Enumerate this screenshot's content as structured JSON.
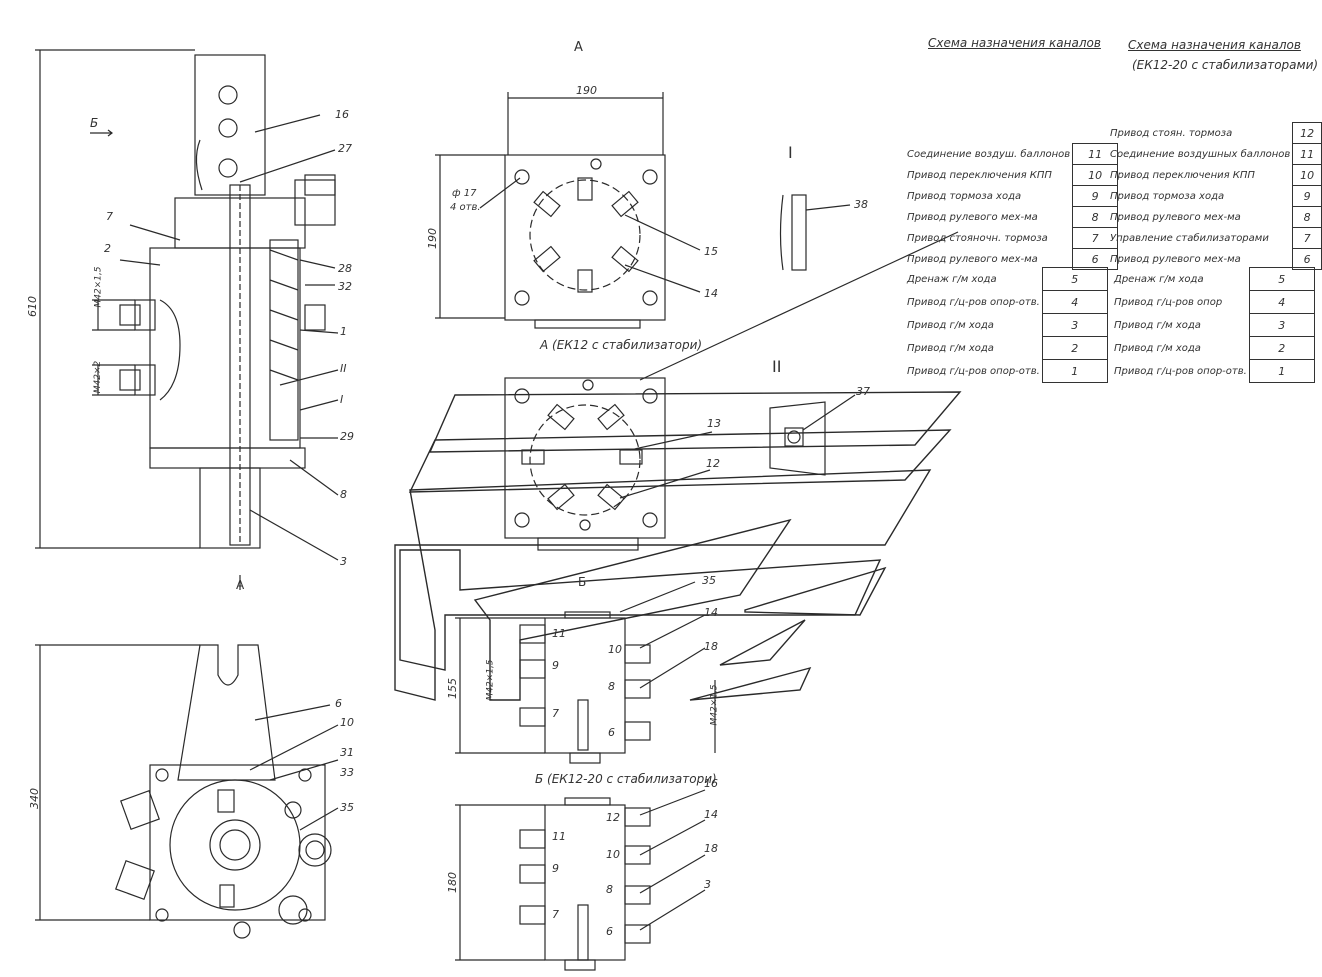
{
  "headings": {
    "channels_left": "Схема назначения каналов",
    "channels_right": "Схема назначения каналов",
    "channels_right_sub": "(ЕК12-20 с стабилизаторами)"
  },
  "views": {
    "a_top": "А",
    "a_ek12": "А (ЕК12 с стабилизатори)",
    "b_left": "Б",
    "b_mid": "Б",
    "b_ek12": "Б (ЕК12-20 с стабилизатори)",
    "a_bottom": "А",
    "roman_1": "I",
    "roman_2": "II",
    "roman_2b": "II",
    "roman_1b": "I"
  },
  "dimensions": {
    "overall_height": "610",
    "width_190": "190",
    "height_190": "190",
    "holes": "ф 17",
    "holes_count": "4 отв.",
    "bottom_340": "340",
    "block_155": "155",
    "block_180": "180",
    "thread_m42_a": "М42×1,5",
    "thread_m42_b": "М42×2",
    "thread_m42_c": "М42×1,5",
    "thread_m42_d": "М42×1,5"
  },
  "callouts": {
    "c16": "16",
    "c27": "27",
    "c7": "7",
    "c2": "2",
    "c28": "28",
    "c32": "32",
    "c1": "1",
    "cII": "II",
    "cI": "I",
    "c29": "29",
    "c8": "8",
    "c3": "3",
    "c15": "15",
    "c14": "14",
    "c38": "38",
    "c13": "13",
    "c12": "12",
    "c37": "37",
    "c35": "35",
    "c14b": "14",
    "c18": "18",
    "c16b": "16",
    "c14c": "14",
    "c18b": "18",
    "c3b": "3",
    "c6": "6",
    "c10": "10",
    "c31": "31",
    "c33": "33",
    "c35b": "35"
  },
  "ports_upper": [
    "11",
    "9",
    "7",
    "10",
    "8",
    "6"
  ],
  "ports_lower": [
    "11",
    "9",
    "7",
    "12",
    "10",
    "8",
    "6"
  ],
  "channels_table_left": [
    {
      "label": "Соединение воздуш. баллонов",
      "num": "11"
    },
    {
      "label": "Привод переключения КПП",
      "num": "10"
    },
    {
      "label": "Привод тормоза хода",
      "num": "9"
    },
    {
      "label": "Привод рулевого мех-ма",
      "num": "8"
    },
    {
      "label": "Привод стояночн. тормоза",
      "num": "7"
    },
    {
      "label": "Привод рулевого мех-ма",
      "num": "6"
    }
  ],
  "channels_table_left2": [
    {
      "label": "Дренаж г/м хода",
      "num": "5"
    },
    {
      "label": "Привод г/ц-ров опор-отв.",
      "num": "4"
    },
    {
      "label": "Привод г/м хода",
      "num": "3"
    },
    {
      "label": "Привод г/м хода",
      "num": "2"
    },
    {
      "label": "Привод г/ц-ров опор-отв.",
      "num": "1"
    }
  ],
  "channels_table_right": [
    {
      "label": "Привод стоян. тормоза",
      "num": "12"
    },
    {
      "label": "Соединение воздушных баллонов",
      "num": "11"
    },
    {
      "label": "Привод переключения КПП",
      "num": "10"
    },
    {
      "label": "Привод тормоза хода",
      "num": "9"
    },
    {
      "label": "Привод рулевого мех-ма",
      "num": "8"
    },
    {
      "label": "Управление стабилизаторами",
      "num": "7"
    },
    {
      "label": "Привод рулевого мех-ма",
      "num": "6"
    }
  ],
  "channels_table_right2": [
    {
      "label": "Дренаж г/м хода",
      "num": "5"
    },
    {
      "label": "Привод г/ц-ров опор",
      "num": "4"
    },
    {
      "label": "Привод г/м хода",
      "num": "3"
    },
    {
      "label": "Привод г/м хода",
      "num": "2"
    },
    {
      "label": "Привод г/ц-ров опор-отв.",
      "num": "1"
    }
  ],
  "colors": {
    "line": "#2a2a2a",
    "paper": "#ffffff"
  }
}
